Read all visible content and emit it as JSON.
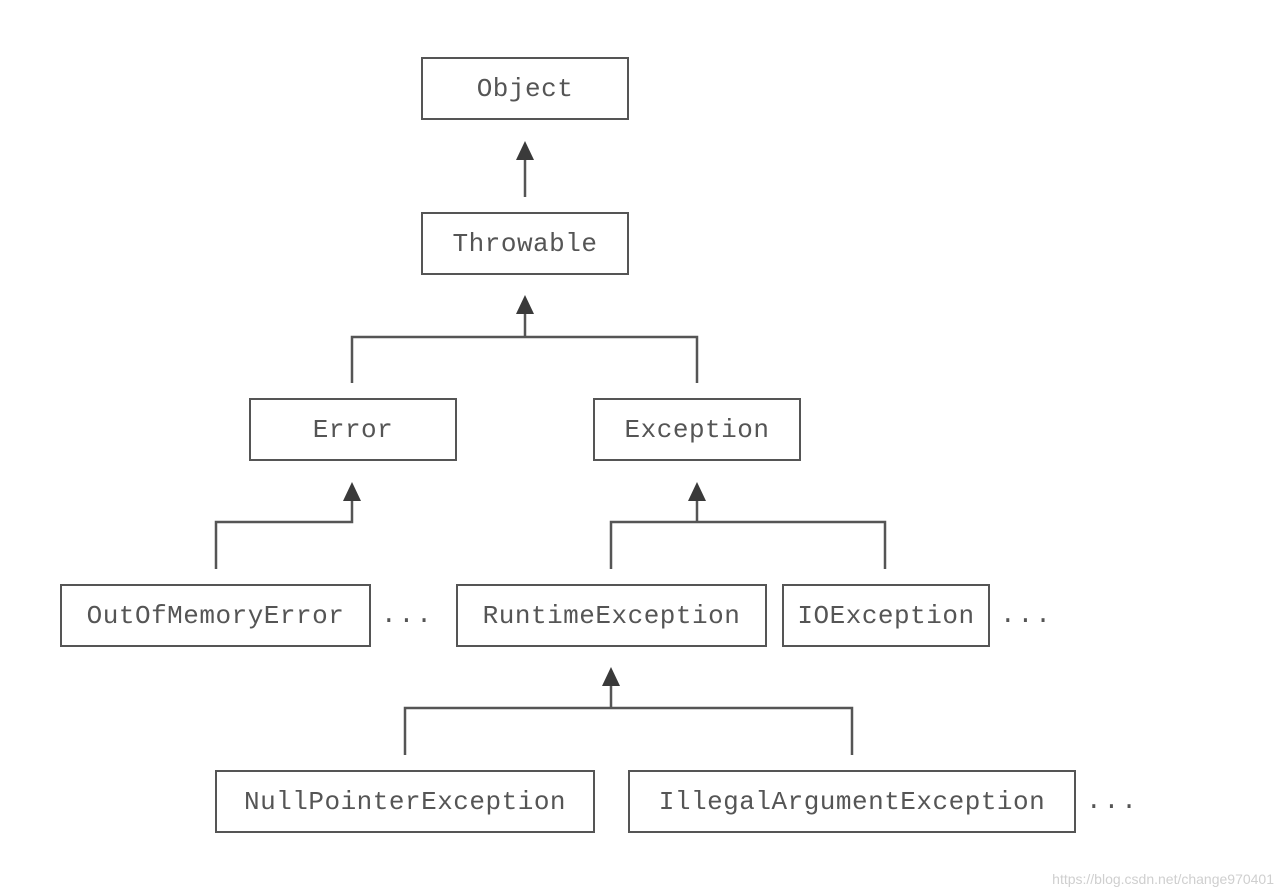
{
  "diagram": {
    "nodes": {
      "object": "Object",
      "throwable": "Throwable",
      "error": "Error",
      "exception": "Exception",
      "out_of_memory_error": "OutOfMemoryError",
      "runtime_exception": "RuntimeException",
      "io_exception": "IOException",
      "null_pointer_exception": "NullPointerException",
      "illegal_argument_exception": "IllegalArgumentException"
    },
    "ellipsis": "...",
    "edges": [
      [
        "throwable",
        "object"
      ],
      [
        "error",
        "throwable"
      ],
      [
        "exception",
        "throwable"
      ],
      [
        "out_of_memory_error",
        "error"
      ],
      [
        "runtime_exception",
        "exception"
      ],
      [
        "io_exception",
        "exception"
      ],
      [
        "null_pointer_exception",
        "runtime_exception"
      ],
      [
        "illegal_argument_exception",
        "runtime_exception"
      ]
    ]
  },
  "watermark": "https://blog.csdn.net/change970401",
  "colors": {
    "line": "#555555",
    "text": "#555555",
    "background": "#ffffff"
  }
}
